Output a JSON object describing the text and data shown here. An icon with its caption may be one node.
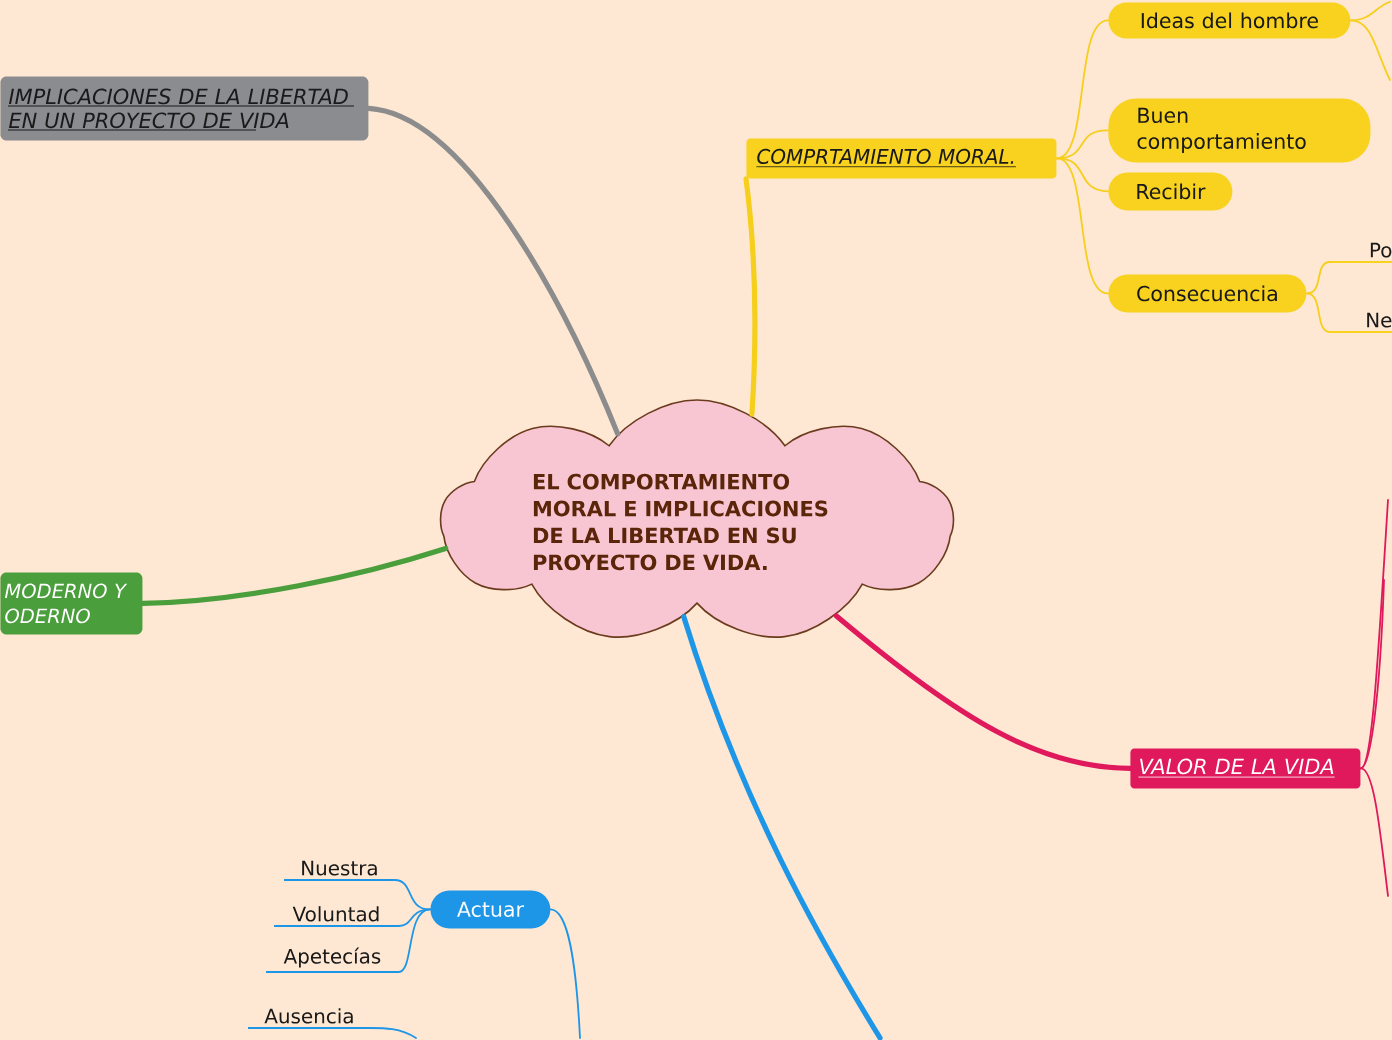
{
  "diagram": {
    "nodes": [
      {
        "text": [
          "EL COMPORTAMIENTO MORAL E IMPLICACIONES DE LA LIBERTAD EN SU PROYECTO DE VIDA."
        ]
      },
      {
        "text": [
          "IMPLICACIONES DE LA LIBERTAD EN UN PROYECTO DE VIDA"
        ]
      },
      {
        "text": [
          "COMPRTAMIENTO MORAL."
        ]
      },
      {
        "text": [
          "Ideas del hombre"
        ]
      },
      {
        "text": [
          "Buen comportamiento"
        ]
      },
      {
        "text": [
          "Recibir"
        ]
      },
      {
        "text": [
          "Consecuencia"
        ]
      },
      {
        "text": [
          "Po"
        ]
      },
      {
        "text": [
          "Ne"
        ]
      },
      {
        "text": [
          "MODERNO Y ODERNO"
        ]
      },
      {
        "text": [
          "VALOR DE LA VIDA"
        ]
      },
      {
        "text": [
          "Actuar"
        ]
      },
      {
        "text": [
          "Nuestra"
        ]
      },
      {
        "text": [
          "Voluntad"
        ]
      },
      {
        "text": [
          "Apetecías"
        ]
      },
      {
        "text": [
          "Ausencia"
        ]
      }
    ],
    "edges": [
      {
        "from": 0,
        "to": 1,
        "arrow": "none",
        "style": "thick",
        "color": "#8c8c8c"
      },
      {
        "from": 0,
        "to": 2,
        "arrow": "none",
        "style": "thick"
      },
      {
        "from": 2,
        "to": 3,
        "arrow": "none"
      },
      {
        "from": 2,
        "to": 4,
        "arrow": "none"
      },
      {
        "from": 2,
        "to": 5,
        "arrow": "none"
      },
      {
        "from": 2,
        "to": 6,
        "arrow": "none"
      },
      {
        "from": 3,
        "to": null,
        "arrow": "none"
      },
      {
        "from": 3,
        "to": null,
        "arrow": "none"
      },
      {
        "from": 6,
        "to": 7,
        "arrow": "none"
      },
      {
        "from": 6,
        "to": 8,
        "arrow": "none"
      },
      {
        "from": 0,
        "to": 9,
        "arrow": "none",
        "style": "thick",
        "color": "#4a9e3c"
      },
      {
        "from": 0,
        "to": 10,
        "arrow": "none",
        "style": "thick",
        "color": "#e0185c"
      },
      {
        "from": 10,
        "to": null,
        "arrow": "none",
        "color": "#e0185c"
      },
      {
        "from": 10,
        "to": null,
        "arrow": "none",
        "color": "#e0185c"
      },
      {
        "from": 10,
        "to": null,
        "arrow": "none",
        "color": "#e0185c"
      },
      {
        "from": 0,
        "to": null,
        "arrow": "none",
        "style": "thick",
        "color": "#1e96e8"
      },
      {
        "from": null,
        "to": 11,
        "arrow": "none",
        "color": "#1e96e8"
      },
      {
        "from": 11,
        "to": 12,
        "arrow": "none",
        "color": "#1e96e8"
      },
      {
        "from": 11,
        "to": 13,
        "arrow": "none",
        "color": "#1e96e8"
      },
      {
        "from": 11,
        "to": 14,
        "arrow": "none",
        "color": "#1e96e8"
      },
      {
        "from": null,
        "to": 15,
        "arrow": "none",
        "color": "#1e96e8"
      }
    ]
  }
}
